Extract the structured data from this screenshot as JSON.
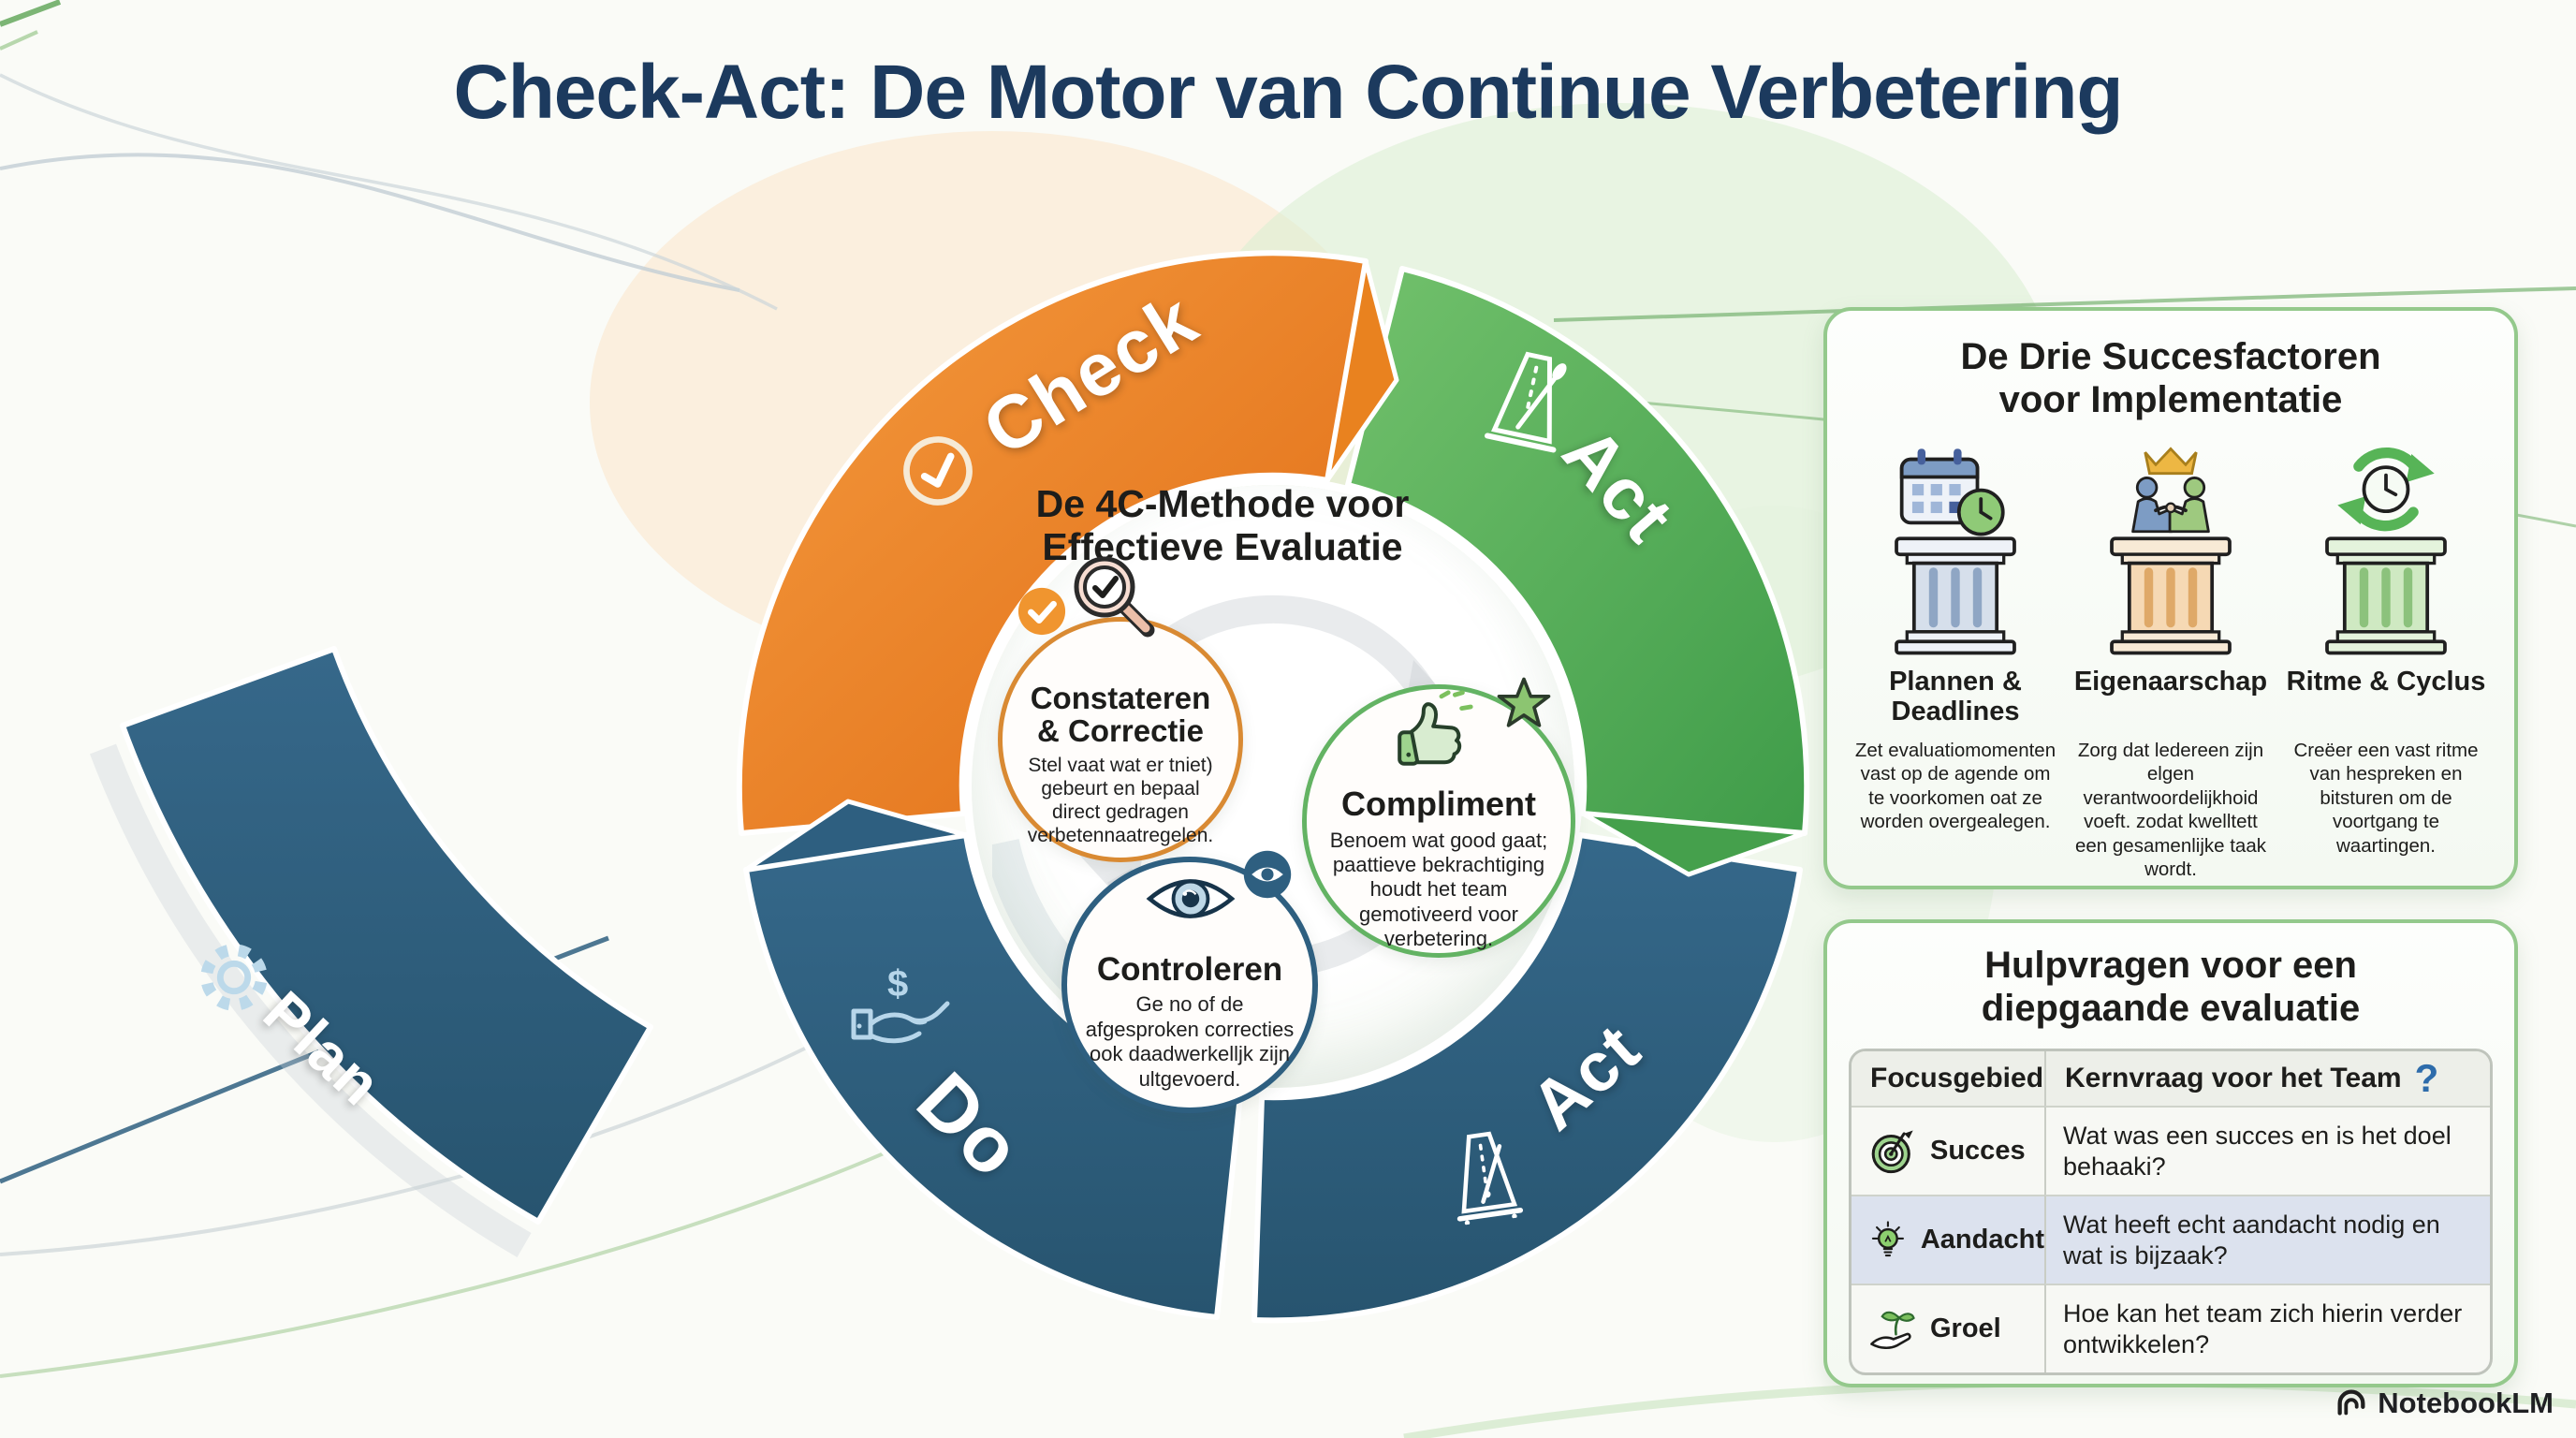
{
  "title": "Check-Act: De Motor van Continue Verbetering",
  "colors": {
    "orange": "#e87a22",
    "green": "#4aa551",
    "blue": "#2e5f80",
    "panel_border": "#94c98c",
    "title_navy": "#1c3a5e",
    "question_blue": "#2e6cab"
  },
  "cycle": {
    "plan_label": "Plan",
    "do_label": "Do",
    "check_label": "Check",
    "act_top_label": "Act",
    "act_bottom_label": "Act"
  },
  "center": {
    "heading_line1": "De 4C-Methode voor",
    "heading_line2": "Effectieve Evaluatie",
    "bubbles": [
      {
        "title": "Constateren & Correctie",
        "body": "Stel vaat wat er tniet) gebeurt en bepaal direct gedragen verbetennaatregelen."
      },
      {
        "title": "Compliment",
        "body": "Benoem wat good gaat; paattieve bekrachtiging houdt het team gemotiveerd voor verbetering."
      },
      {
        "title": "Controleren",
        "body": "Ge no of de afgesproken correcties ook daadwerkelljk zijn ultgevoerd."
      }
    ]
  },
  "panel_success": {
    "heading_line1": "De Drie Succesfactoren",
    "heading_line2": "voor Implementatie",
    "items": [
      {
        "title": "Plannen & Deadlines",
        "body": "Zet evaluatiomomenten vast op de agende om te voorkomen oat ze worden overgealegen.",
        "icon": "calendar-clock-pillar-icon"
      },
      {
        "title": "Eigenaarschap",
        "body": "Zorg dat ledereen zijn elgen verantwoordelijkhoid voeft. zodat kwelltett een gesamenlijke taak wordt.",
        "icon": "handshake-crown-pillar-icon"
      },
      {
        "title": "Ritme & Cyclus",
        "body": "Creëer een vast ritme van hespreken en bitsturen om de voortgang te waartingen.",
        "icon": "cycle-clock-pillar-icon"
      }
    ]
  },
  "panel_questions": {
    "heading_line1": "Hulpvragen voor een",
    "heading_line2": "diepgaande evaluatie",
    "table": {
      "col1_header": "Focusgebied",
      "col2_header": "Kernvraag voor het Team",
      "help_mark": "?",
      "rows": [
        {
          "focus": "Succes",
          "icon": "target-icon",
          "question": "Wat was een succes en is het doel behaaki?"
        },
        {
          "focus": "Aandacht",
          "icon": "lightbulb-icon",
          "question": "Wat heeft echt aandacht nodig en wat is bijzaak?"
        },
        {
          "focus": "Groel",
          "icon": "sprout-hand-icon",
          "question": "Hoe kan het team zich hierin verder ontwikkelen?"
        }
      ]
    }
  },
  "footer": {
    "brand": "NotebookLM"
  },
  "icons": [
    "gear-icon",
    "metronome-icon",
    "check-circle-icon",
    "hand-dollar-icon",
    "magnifier-check-icon",
    "check-badge-icon",
    "thumbs-up-icon",
    "star-icon",
    "eye-icon",
    "eye-badge-icon",
    "target-icon",
    "lightbulb-icon",
    "sprout-hand-icon",
    "notebooklm-logo-icon",
    "question-mark-icon"
  ]
}
